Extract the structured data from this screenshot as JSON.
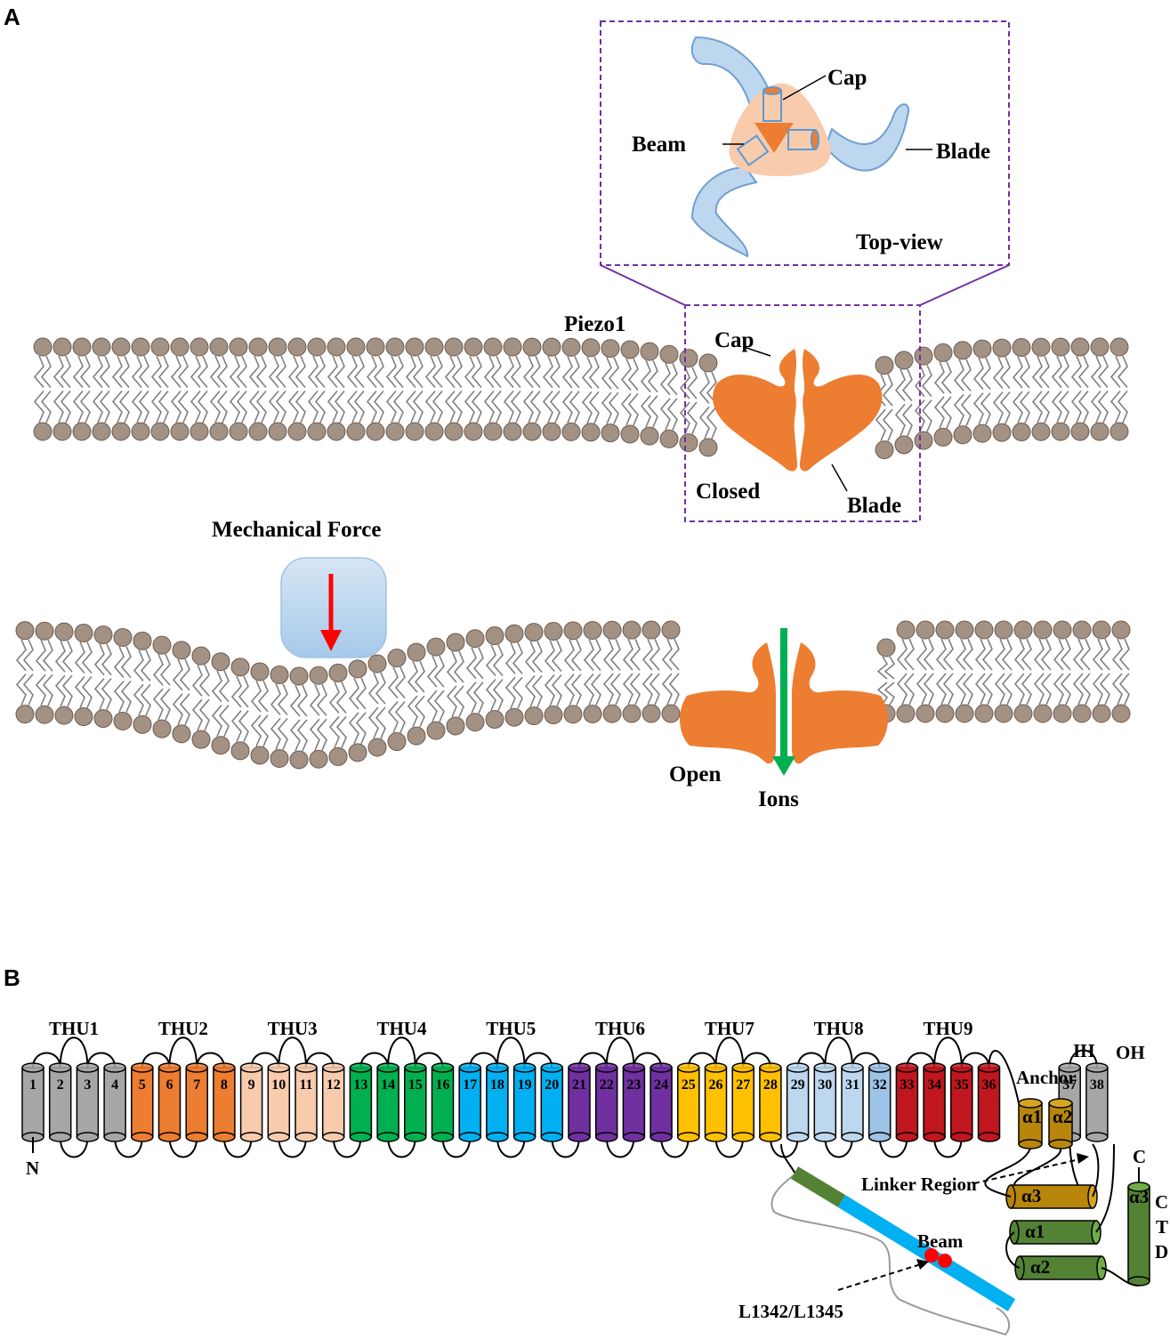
{
  "panels": {
    "a": "A",
    "b": "B"
  },
  "top_view": {
    "title": "Top-view",
    "cap": "Cap",
    "beam": "Beam",
    "blade": "Blade"
  },
  "closed_state": {
    "protein": "Piezo1",
    "cap": "Cap",
    "blade": "Blade",
    "state": "Closed"
  },
  "open_state": {
    "force": "Mechanical Force",
    "state": "Open",
    "ions": "Ions"
  },
  "topology": {
    "thu_labels": [
      "THU1",
      "THU2",
      "THU3",
      "THU4",
      "THU5",
      "THU6",
      "THU7",
      "THU8",
      "THU9"
    ],
    "helices": [
      {
        "n": "1",
        "color": "#a6a6a6"
      },
      {
        "n": "2",
        "color": "#a6a6a6"
      },
      {
        "n": "3",
        "color": "#a6a6a6"
      },
      {
        "n": "4",
        "color": "#a6a6a6"
      },
      {
        "n": "5",
        "color": "#ed7d31"
      },
      {
        "n": "6",
        "color": "#ed7d31"
      },
      {
        "n": "7",
        "color": "#ed7d31"
      },
      {
        "n": "8",
        "color": "#ed7d31"
      },
      {
        "n": "9",
        "color": "#f8cbad"
      },
      {
        "n": "10",
        "color": "#f8cbad"
      },
      {
        "n": "11",
        "color": "#f8cbad"
      },
      {
        "n": "12",
        "color": "#f8cbad"
      },
      {
        "n": "13",
        "color": "#00b050"
      },
      {
        "n": "14",
        "color": "#00b050"
      },
      {
        "n": "15",
        "color": "#00b050"
      },
      {
        "n": "16",
        "color": "#00b050"
      },
      {
        "n": "17",
        "color": "#00b0f0"
      },
      {
        "n": "18",
        "color": "#00b0f0"
      },
      {
        "n": "19",
        "color": "#00b0f0"
      },
      {
        "n": "20",
        "color": "#00b0f0"
      },
      {
        "n": "21",
        "color": "#7030a0"
      },
      {
        "n": "22",
        "color": "#7030a0"
      },
      {
        "n": "23",
        "color": "#7030a0"
      },
      {
        "n": "24",
        "color": "#7030a0"
      },
      {
        "n": "25",
        "color": "#ffc000"
      },
      {
        "n": "26",
        "color": "#ffc000"
      },
      {
        "n": "27",
        "color": "#ffc000"
      },
      {
        "n": "28",
        "color": "#ffc000"
      },
      {
        "n": "29",
        "color": "#bdd7ee"
      },
      {
        "n": "30",
        "color": "#bdd7ee"
      },
      {
        "n": "31",
        "color": "#bdd7ee"
      },
      {
        "n": "32",
        "color": "#9dc3e6"
      },
      {
        "n": "33",
        "color": "#c0161e"
      },
      {
        "n": "34",
        "color": "#c0161e"
      },
      {
        "n": "35",
        "color": "#c0161e"
      },
      {
        "n": "36",
        "color": "#c0161e"
      },
      {
        "n": "37",
        "color": "#a6a6a6"
      },
      {
        "n": "38",
        "color": "#a6a6a6"
      }
    ],
    "n_term": "N",
    "c_term": "C",
    "ih": "IH",
    "oh": "OH",
    "anchor": "Anchor",
    "anchor_helices": [
      "α1",
      "α2",
      "α3"
    ],
    "ctd_helices": [
      "α1",
      "α2",
      "α3"
    ],
    "ctd_letters": [
      "C",
      "T",
      "D"
    ],
    "linker": "Linker Region",
    "beam": "Beam",
    "mutation": "L1342/L1345",
    "colors": {
      "anchor": "#b8860b",
      "ctd": "#548235",
      "beam": "#00b0f0",
      "mutation": "#ff0000",
      "channel": "#ed7d31",
      "lipid_head": "#a39184",
      "state_label": "#7030a0",
      "ions": "#00b050",
      "force_arrow": "#ff0000",
      "inset_border": "#7030a0"
    }
  }
}
